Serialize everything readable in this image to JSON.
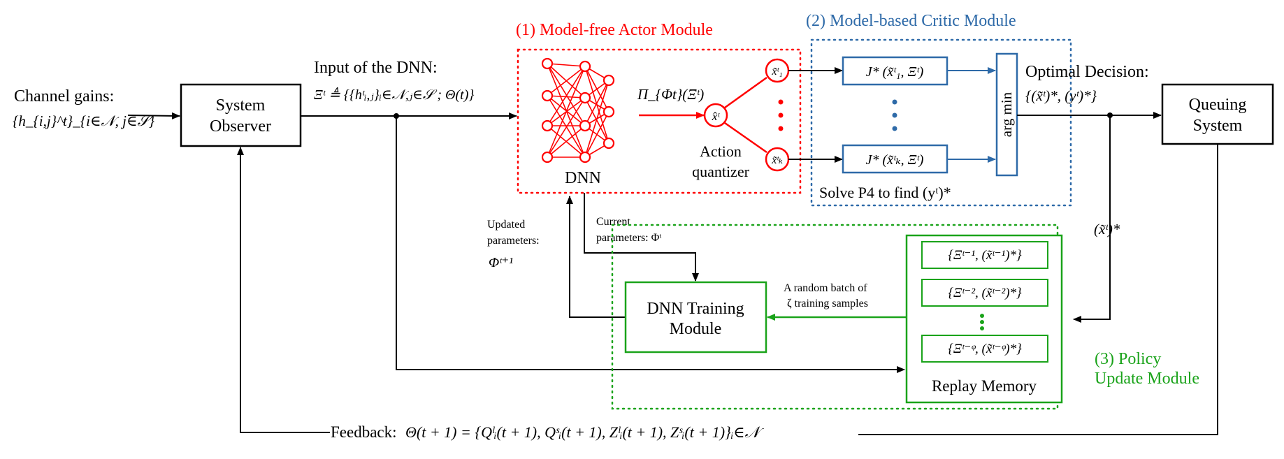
{
  "colors": {
    "black": "#000000",
    "actor": "#ff0000",
    "critic": "#2e6aa8",
    "policy": "#1aa31a"
  },
  "input": {
    "title": "Channel gains:",
    "formula": "{h_{i,j}^t}_{i∈𝒩, j∈𝒮}"
  },
  "observer": {
    "line1": "System",
    "line2": "Observer"
  },
  "dnn_input": {
    "title": "Input of the DNN:",
    "formula": "Ξᵗ ≜ {{hᵗᵢ,ⱼ}ᵢ∈𝒩,ⱼ∈𝒮 ; Θ(t)}"
  },
  "actor": {
    "title": "(1)  Model-free Actor Module",
    "dnn_label": "DNN",
    "policy_label": "Π_{Φt}(Ξᵗ)",
    "quantizer_node": "x̂ᵗ",
    "quantizer_label_1": "Action",
    "quantizer_label_2": "quantizer",
    "candidate_1": "x̃ᵗ₁",
    "candidate_k": "x̃ᵗₖ"
  },
  "critic": {
    "title": "(2) Model-based Critic Module",
    "eval_1": "J* (x̃ᵗ₁, Ξᵗ)",
    "eval_k": "J* (x̃ᵗₖ, Ξᵗ)",
    "argmin": "arg min",
    "solve_note": "Solve P4 to find (yᵗ)*"
  },
  "decision": {
    "title": "Optimal Decision:",
    "formula": "{(x̃ᵗ)*, (yᵗ)*}"
  },
  "queue": {
    "line1": "Queuing",
    "line2": "System"
  },
  "policy": {
    "title_1": "(3) Policy",
    "title_2": "Update Module",
    "training_1": "DNN Training",
    "training_2": "Module",
    "batch_1": "A random batch of",
    "batch_2": "ζ  training samples",
    "memory_label": "Replay Memory",
    "memory_1": "{Ξᵗ⁻¹, (x̃ᵗ⁻¹)*}",
    "memory_2": "{Ξᵗ⁻², (x̃ᵗ⁻²)*}",
    "memory_q": "{Ξᵗ⁻ᵠ, (x̃ᵗ⁻ᵠ)*}",
    "xstar_label": "(x̃ᵗ)*"
  },
  "params": {
    "updated_1": "Updated",
    "updated_2": "parameters:",
    "updated_3": "Φᵗ⁺¹",
    "current_1": "Current",
    "current_2": "parameters:  Φᵗ"
  },
  "feedback": {
    "label": "Feedback:",
    "formula": "Θ(t + 1) = {Qˡᵢ(t + 1), Qˢᵢ(t + 1), Zˡᵢ(t + 1), Zˢᵢ(t + 1)}ᵢ∈𝒩"
  }
}
